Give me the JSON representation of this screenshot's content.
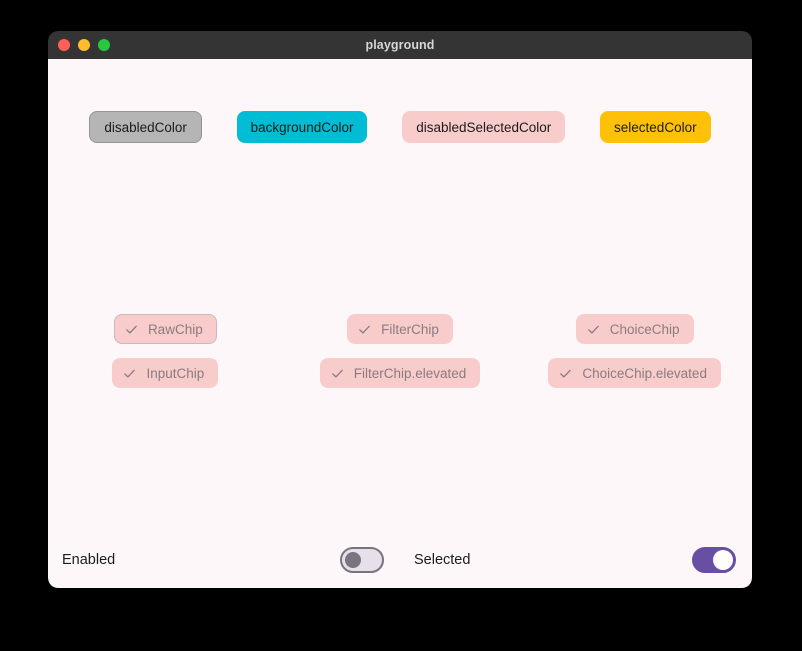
{
  "window": {
    "title": "playground",
    "traffic_lights": [
      {
        "name": "close-button",
        "color": "#FF5F57"
      },
      {
        "name": "minimize-button",
        "color": "#FFBD2E"
      },
      {
        "name": "zoom-button",
        "color": "#28C840"
      }
    ]
  },
  "color_chips": [
    {
      "label": "disabledColor",
      "bg": "#B5B5B5",
      "fg": "#1b1b1b",
      "outlined": true
    },
    {
      "label": "backgroundColor",
      "bg": "#00BCD4",
      "fg": "#1b1b1b",
      "outlined": false
    },
    {
      "label": "disabledSelectedColor",
      "bg": "#F9CCCC",
      "fg": "#1b1b1b",
      "outlined": false
    },
    {
      "label": "selectedColor",
      "bg": "#FFC107",
      "fg": "#1b1b1b",
      "outlined": false
    }
  ],
  "chip_columns": [
    {
      "name": "column-raw-input",
      "chips": [
        {
          "label": "RawChip",
          "icon": "check-icon",
          "bordered": true
        },
        {
          "label": "InputChip",
          "icon": "check-icon",
          "bordered": false
        }
      ]
    },
    {
      "name": "column-filter",
      "chips": [
        {
          "label": "FilterChip",
          "icon": "check-icon",
          "bordered": false
        },
        {
          "label": "FilterChip.elevated",
          "icon": "check-icon",
          "bordered": false
        }
      ]
    },
    {
      "name": "column-choice",
      "chips": [
        {
          "label": "ChoiceChip",
          "icon": "check-icon",
          "bordered": false
        },
        {
          "label": "ChoiceChip.elevated",
          "icon": "check-icon",
          "bordered": false
        }
      ]
    }
  ],
  "controls": [
    {
      "name": "enabled",
      "label": "Enabled",
      "state": "off",
      "on": false
    },
    {
      "name": "selected",
      "label": "Selected",
      "state": "on",
      "on": true
    }
  ],
  "colors": {
    "window_titlebar": "#343434",
    "content_background": "#FDF7FA",
    "chip_pink": "#F9CCCC",
    "chip_text": "#8a7b80",
    "switch_on": "#6750A4",
    "switch_off_track": "#E7E0EA",
    "switch_off_thumb": "#79747E"
  }
}
